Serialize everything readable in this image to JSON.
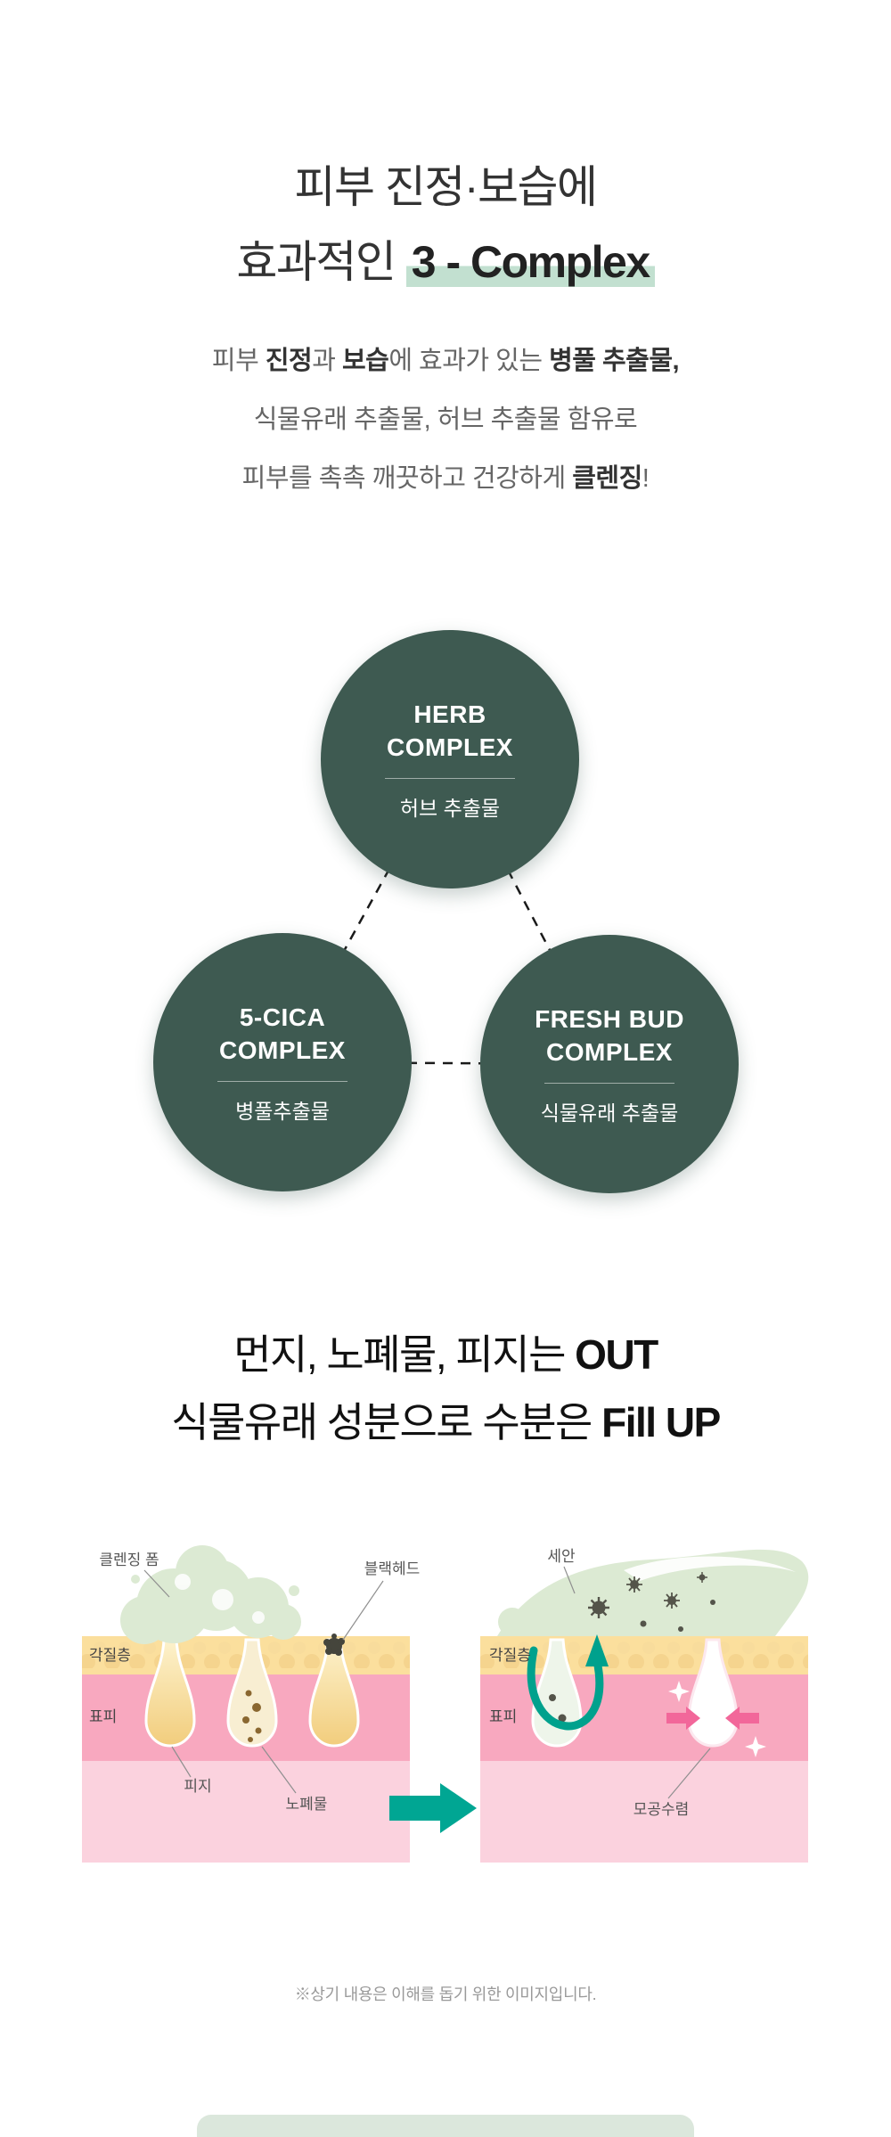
{
  "intro": {
    "title_line1": "피부 진정·보습에",
    "title_line2_normal": "효과적인 ",
    "title_line2_highlight": "3 - Complex",
    "desc_l1_s1": "피부 ",
    "desc_l1_b1": "진정",
    "desc_l1_s2": "과 ",
    "desc_l1_b2": "보습",
    "desc_l1_s3": "에 효과가 있는 ",
    "desc_l1_b3": "병풀 추출물,",
    "desc_l2": "식물유래 추출물, 허브 추출물 함유로",
    "desc_l3_s1": "피부를 촉촉 깨끗하고 건강하게 ",
    "desc_l3_b1": "클렌징",
    "desc_l3_s2": "!"
  },
  "complexes": {
    "herb": {
      "name_line1": "HERB",
      "name_line2": "COMPLEX",
      "subtitle": "허브 추출물"
    },
    "cica": {
      "name_line1": "5-CICA",
      "name_line2": "COMPLEX",
      "subtitle": "병풀추출물"
    },
    "fresh_bud": {
      "name_line1": "FRESH BUD",
      "name_line2": "COMPLEX",
      "subtitle": "식물유래 추출물"
    }
  },
  "benefit_heading": {
    "line1_normal": "먼지, 노폐물, 피지는 ",
    "line1_bold": "OUT",
    "line2_normal": "식물유래 성분으로 수분은 ",
    "line2_bold": "Fill UP"
  },
  "skin_diagram": {
    "before": {
      "foam_label": "클렌징 폼",
      "blackhead_label": "블랙헤드",
      "corneum_label": "각질층",
      "epidermis_label": "표피",
      "sebum_label": "피지",
      "waste_label": "노폐물"
    },
    "after": {
      "wash_label": "세안",
      "corneum_label": "각질층",
      "epidermis_label": "표피",
      "pore_label": "모공수렴"
    }
  },
  "footnote": "※상기 내용은 이해를 돕기 위한 이미지입니다.",
  "colors": {
    "circle_green": "#3e5a51",
    "highlight_mint": "#c2e0d0",
    "teal_arrow": "#00a693",
    "teal_curve": "#00a18d",
    "pink_arrow": "#f2679a",
    "corneum_yellow": "#fbdf9d",
    "epidermis_pink": "#f8a8bf",
    "dermis_pink": "#fbd2de",
    "foam_green": "#dcead3",
    "particle_gray": "#54544a"
  }
}
